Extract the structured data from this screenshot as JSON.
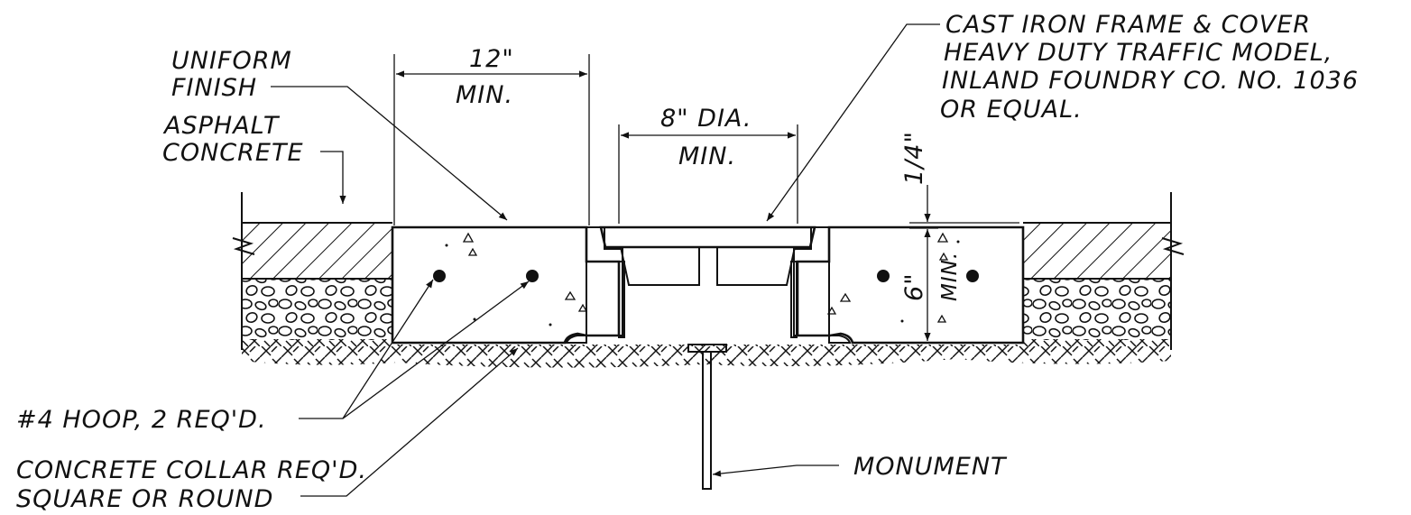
{
  "labels": {
    "uniform_finish_1": "UNIFORM",
    "uniform_finish_2": "FINISH",
    "asphalt_1": "ASPHALT",
    "asphalt_2": "CONCRETE",
    "dim_12_1": "12\"",
    "dim_12_2": "MIN.",
    "dim_8_1": "8\" DIA.",
    "dim_8_2": "MIN.",
    "frame_1": "CAST IRON FRAME & COVER",
    "frame_2": "HEAVY DUTY TRAFFIC MODEL,",
    "frame_3": "INLAND FOUNDRY CO. NO. 1036",
    "frame_4": "OR EQUAL.",
    "dim_quarter": "1/4\"",
    "dim_6_1": "6\"",
    "dim_6_2": "MIN.",
    "hoop": "#4 HOOP, 2 REQ'D.",
    "collar_1": "CONCRETE COLLAR REQ'D.",
    "collar_2": "SQUARE OR ROUND",
    "monument": "MONUMENT"
  }
}
